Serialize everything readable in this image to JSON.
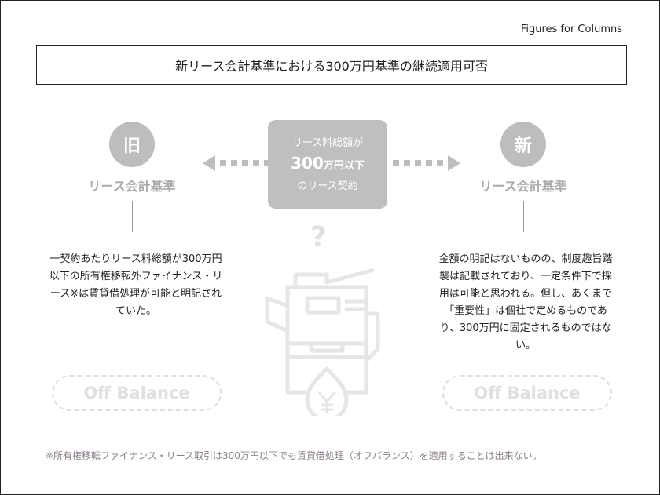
{
  "header": {
    "label": "Figures for Columns",
    "title": "新リース会計基準における300万円基準の継続適用可否"
  },
  "center": {
    "line1": "リース料総額が",
    "amount": "300",
    "amount_unit": "万円以下",
    "line3": "のリース契約",
    "question": "?"
  },
  "old": {
    "badge": "旧",
    "standard": "リース会計基準",
    "description": "一契約あたりリース料総額が300万円以下の所有権移転外ファイナンス・リース※は賃貸借処理が可能と明記されていた。",
    "status": "Off Balance"
  },
  "new": {
    "badge": "新",
    "standard": "リース会計基準",
    "description": "金額の明記はないものの、制度趣旨踏襲は記載されており、一定条件下で採用は可能と思われる。但し、あくまで「重要性」は個社で定めるものであり、300万円に固定されるものではない。",
    "status": "Off Balance"
  },
  "footnote": "※所有権移転ファイナンス・リース取引は300万円以下でも賃貸借処理（オフバランス）を適用することは出来ない。"
}
